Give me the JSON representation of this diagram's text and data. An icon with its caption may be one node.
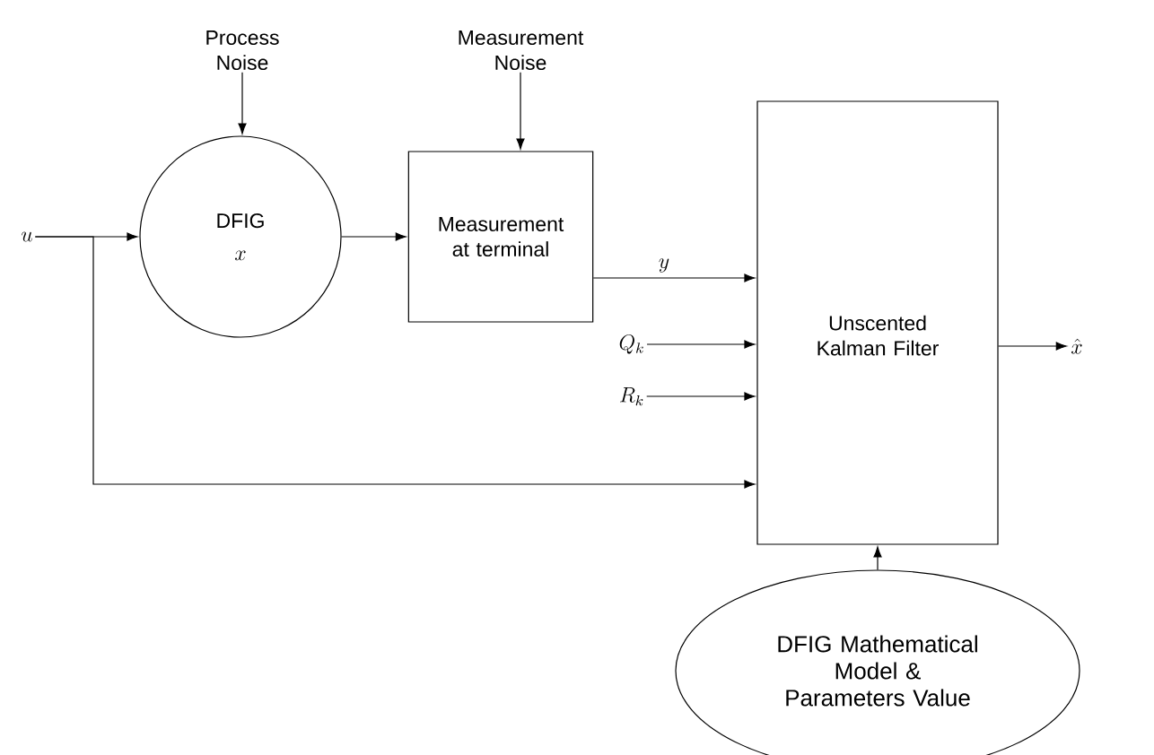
{
  "diagram": {
    "nodes": [
      {
        "text": [
          "Process Noise"
        ]
      },
      {
        "text": [
          "Measurement Noise"
        ]
      },
      {
        "text": [
          "u"
        ]
      },
      {
        "text": [
          "DFIG",
          "x"
        ]
      },
      {
        "text": [
          "Measurement at terminal"
        ]
      },
      {
        "text": [
          "Unscented Kalman Filter"
        ]
      },
      {
        "text": [
          "Q_k"
        ]
      },
      {
        "text": [
          "R_k"
        ]
      },
      {
        "text": [
          "\\hat{x}"
        ]
      },
      {
        "text": [
          "DFIG Mathematical Model & Parameters Value"
        ]
      }
    ],
    "edges": [
      {
        "from": 0,
        "to": 3,
        "arrow": "to"
      },
      {
        "from": 1,
        "to": 4,
        "arrow": "to"
      },
      {
        "from": 2,
        "to": 3,
        "arrow": "to"
      },
      {
        "from": 3,
        "to": 4,
        "arrow": "to"
      },
      {
        "from": 4,
        "to": 5,
        "arrow": "to",
        "label": "y"
      },
      {
        "from": 6,
        "to": 5,
        "arrow": "to"
      },
      {
        "from": 7,
        "to": 5,
        "arrow": "to"
      },
      {
        "from": 2,
        "to": 5,
        "arrow": "to"
      },
      {
        "from": 5,
        "to": 8,
        "arrow": "to"
      },
      {
        "from": 9,
        "to": 5,
        "arrow": "to"
      }
    ]
  }
}
